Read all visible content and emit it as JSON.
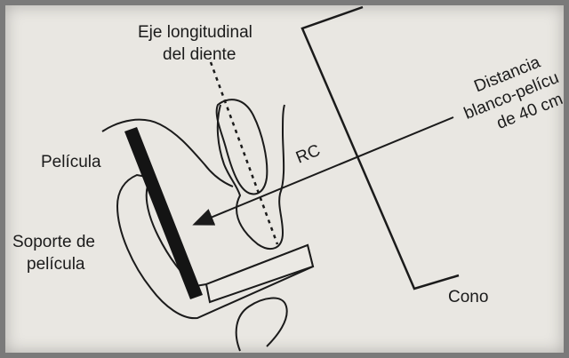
{
  "labels": {
    "axis_line1": "Eje longitudinal",
    "axis_line2": "del diente",
    "film": "Película",
    "holder_line1": "Soporte de",
    "holder_line2": "película",
    "central_ray": "RC",
    "distance_line1": "Distancia",
    "distance_line2": "blanco-pelícu",
    "distance_line3": "de 40 cm",
    "cone": "Cono"
  },
  "colors": {
    "ink": "#1b1b1b",
    "paper": "#e9e7e2",
    "frame": "#7a7a7a"
  }
}
